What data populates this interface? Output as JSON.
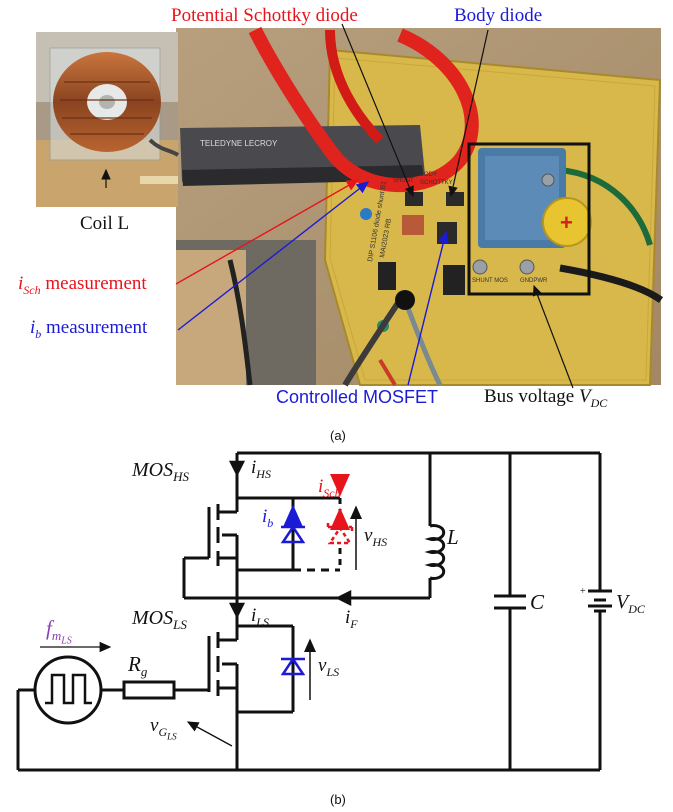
{
  "photo": {
    "labels": {
      "schottky": "Potential Schottky diode",
      "body_diode": "Body diode",
      "coil": "Coil L",
      "isch_meas": "measurement",
      "ib_meas": "measurement",
      "mosfet": "Controlled MOSFET",
      "bus_voltage": "Bus voltage"
    },
    "math": {
      "isch_i": "i",
      "isch_sub": "Sch",
      "ib_i": "i",
      "ib_sub": "b",
      "vdc_v": "V",
      "vdc_sub": "DC"
    },
    "board_texts": [
      "TELEDYNE LECROY",
      "SHUNT",
      "BODY",
      "SCHOTTKY",
      "SHUNT MOS",
      "GNDPWR",
      "DIP S1106 diode shunt B1",
      "MAI2023 RB"
    ],
    "caption": "(a)"
  },
  "circuit": {
    "labels": {
      "mos_hs": "MOS",
      "mos_hs_sub": "HS",
      "mos_ls": "MOS",
      "mos_ls_sub": "LS",
      "i_hs": "i",
      "i_hs_sub": "HS",
      "i_sch": "i",
      "i_sch_sub": "Sch",
      "i_b": "i",
      "i_b_sub": "b",
      "v_hs": "v",
      "v_hs_sub": "HS",
      "L": "L",
      "i_ls": "i",
      "i_ls_sub": "LS",
      "i_f": "i",
      "i_f_sub": "F",
      "C": "C",
      "V_dc": "V",
      "V_dc_sub": "DC",
      "v_ls": "v",
      "v_ls_sub": "LS",
      "f_m": "f",
      "f_m_sub": "m",
      "f_m_subsub": "LS",
      "R_g": "R",
      "R_g_sub": "g",
      "v_g": "v",
      "v_g_sub": "G",
      "v_g_subsub": "LS"
    },
    "caption": "(b)"
  },
  "colors": {
    "annot_red": "#e8141c",
    "annot_blue": "#1b1bd6",
    "purple": "#8b3fb0",
    "pcb": "#d8b84a"
  }
}
